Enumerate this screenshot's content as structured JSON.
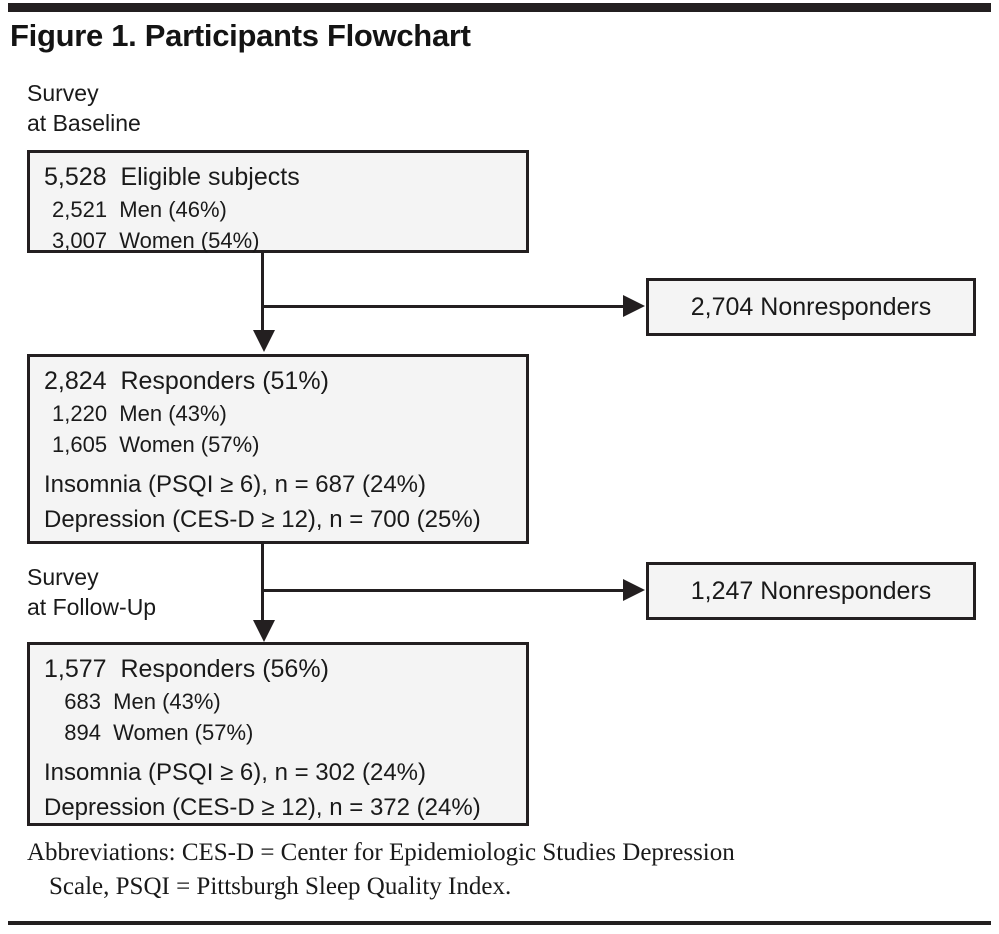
{
  "figure": {
    "title": "Figure 1. Participants Flowchart"
  },
  "stages": {
    "baseline_label": "Survey\nat Baseline",
    "followup_label": "Survey\nat Follow-Up"
  },
  "boxes": {
    "eligible": {
      "headline": "5,528  Eligible subjects",
      "sub": [
        "2,521  Men (46%)",
        "3,007  Women (54%)"
      ]
    },
    "responders_baseline": {
      "headline": "2,824  Responders (51%)",
      "sub": [
        "1,220  Men (43%)",
        "1,605  Women (57%)"
      ],
      "measures": [
        "Insomnia (PSQI ≥ 6), n = 687 (24%)",
        "Depression (CES-D ≥ 12), n = 700 (25%)"
      ]
    },
    "responders_followup": {
      "headline": "1,577  Responders (56%)",
      "sub": [
        "  683  Men (43%)",
        "  894  Women (57%)"
      ],
      "measures": [
        "Insomnia (PSQI ≥ 6), n = 302 (24%)",
        "Depression (CES-D ≥ 12), n = 372 (24%)"
      ]
    },
    "nonresponders_baseline": {
      "text": "2,704 Nonresponders"
    },
    "nonresponders_followup": {
      "text": "1,247 Nonresponders"
    }
  },
  "footnote": {
    "line1": "Abbreviations: CES-D = Center for Epidemiologic Studies Depression",
    "line2": "Scale, PSQI = Pittsburgh Sleep Quality Index."
  },
  "colors": {
    "rule": "#231f20",
    "box_border": "#231f20",
    "box_fill": "#f4f4f4",
    "text": "#1a1a1a"
  },
  "chart_data": {
    "type": "diagram",
    "title": "Figure 1. Participants Flowchart",
    "nodes": [
      {
        "id": "eligible",
        "stage": "Survey at Baseline",
        "label": "5,528 Eligible subjects",
        "n": 5528,
        "breakdown": [
          {
            "label": "Men",
            "n": 2521,
            "pct": 46
          },
          {
            "label": "Women",
            "n": 3007,
            "pct": 54
          }
        ]
      },
      {
        "id": "nonresponders_baseline",
        "label": "2,704 Nonresponders",
        "n": 2704
      },
      {
        "id": "responders_baseline",
        "label": "2,824 Responders (51%)",
        "n": 2824,
        "pct": 51,
        "breakdown": [
          {
            "label": "Men",
            "n": 1220,
            "pct": 43
          },
          {
            "label": "Women",
            "n": 1605,
            "pct": 57
          }
        ],
        "measures": [
          {
            "label": "Insomnia (PSQI ≥ 6)",
            "n": 687,
            "pct": 24
          },
          {
            "label": "Depression (CES-D ≥ 12)",
            "n": 700,
            "pct": 25
          }
        ]
      },
      {
        "id": "nonresponders_followup",
        "label": "1,247 Nonresponders",
        "n": 1247
      },
      {
        "id": "responders_followup",
        "stage": "Survey at Follow-Up",
        "label": "1,577 Responders (56%)",
        "n": 1577,
        "pct": 56,
        "breakdown": [
          {
            "label": "Men",
            "n": 683,
            "pct": 43
          },
          {
            "label": "Women",
            "n": 894,
            "pct": 57
          }
        ],
        "measures": [
          {
            "label": "Insomnia (PSQI ≥ 6)",
            "n": 302,
            "pct": 24
          },
          {
            "label": "Depression (CES-D ≥ 12)",
            "n": 372,
            "pct": 24
          }
        ]
      }
    ],
    "edges": [
      {
        "from": "eligible",
        "to": "nonresponders_baseline",
        "direction": "right"
      },
      {
        "from": "eligible",
        "to": "responders_baseline",
        "direction": "down"
      },
      {
        "from": "responders_baseline",
        "to": "nonresponders_followup",
        "direction": "right"
      },
      {
        "from": "responders_baseline",
        "to": "responders_followup",
        "direction": "down"
      }
    ]
  }
}
